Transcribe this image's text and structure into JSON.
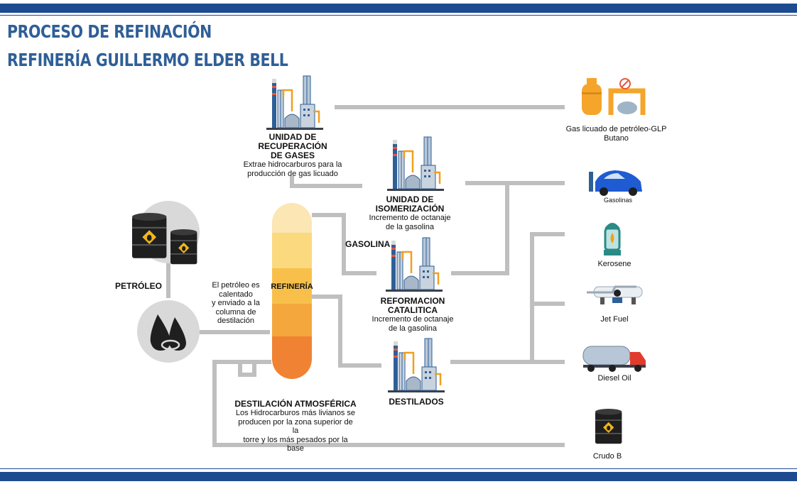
{
  "page": {
    "title_line1": "PROCESO DE REFINACIÓN",
    "title_line2": "REFINERÍA GUILLERMO ELDER BELL"
  },
  "colors": {
    "frame_blue": "#1e4b8f",
    "pipe": "#bfbfbf",
    "circle_bg": "#d9d9d9",
    "tower_top": "#fbe6b4",
    "tower_bottom": "#f08233"
  },
  "input": {
    "petroleo_label": "PETRÓLEO",
    "heating_text": [
      "El petróleo es",
      "calentado",
      "y enviado a la",
      "columna de",
      "destilación"
    ]
  },
  "tower": {
    "label": "REFINERÍA",
    "stage_title": "DESTILACIÓN ATMOSFÉRICA",
    "stage_desc": [
      "Los Hidrocarburos más livianos se",
      "producen por la zona superior de la",
      "torre y los más pesados por la base"
    ]
  },
  "units": {
    "gas_recovery": {
      "title": [
        "UNIDAD DE RECUPERACIÓN",
        "DE GASES"
      ],
      "desc": [
        "Extrae hidrocarburos para la",
        "producción de gas licuado"
      ]
    },
    "isomerization": {
      "title": [
        "UNIDAD DE",
        "ISOMERIZACIÓN"
      ],
      "desc": [
        "Incremento de octanaje",
        "de la gasolina"
      ]
    },
    "reforming": {
      "title": [
        "REFORMACION",
        "CATALITICA"
      ],
      "desc": [
        "Incremento de octanaje",
        "de la gasolina"
      ]
    },
    "distillates": {
      "title": "DESTILADOS"
    }
  },
  "stream_label": "GASOLINA",
  "products": [
    {
      "name": "Gas licuado de petróleo-GLP",
      "sub": "Butano",
      "icon": "lpg-cylinder-icon"
    },
    {
      "name": "Gasolinas",
      "icon": "car-icon"
    },
    {
      "name": "Kerosene",
      "icon": "lantern-icon"
    },
    {
      "name": "Jet Fuel",
      "icon": "airplane-icon"
    },
    {
      "name": "Diesel Oil",
      "icon": "tanker-truck-icon"
    },
    {
      "name": "Crudo B",
      "icon": "oil-barrel-icon"
    }
  ]
}
